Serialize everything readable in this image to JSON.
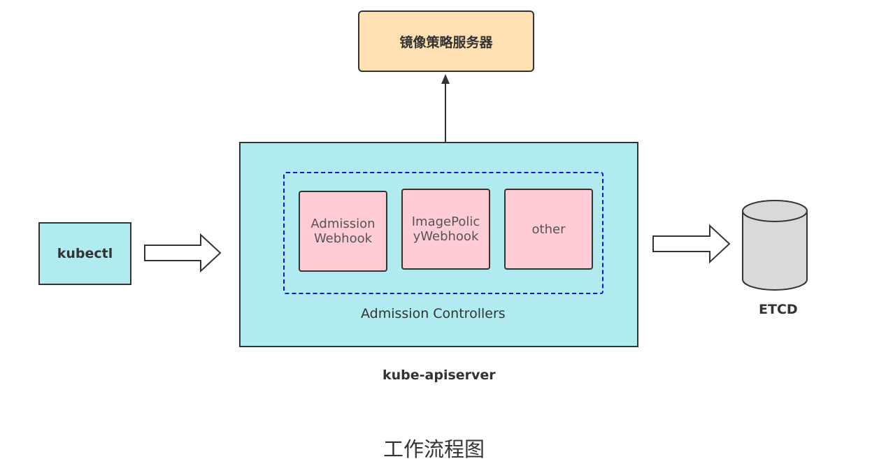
{
  "diagram": {
    "policy_server": "镜像策略服务器",
    "kubectl": "kubectl",
    "admission_controllers": "Admission Controllers",
    "plugins": {
      "webhook_line1": "Admission",
      "webhook_line2": "Webhook",
      "imagepolicy_line1": "ImagePolic",
      "imagepolicy_line2": "yWebhook",
      "other": "other"
    },
    "etcd": "ETCD",
    "apiserver": "kube-apiserver"
  },
  "caption": "工作流程图",
  "colors": {
    "policy_server_fill": "#ffe0b3",
    "component_fill": "#b0ebf0",
    "plugin_fill": "#ffccd5",
    "dashed_border": "#0a14e6",
    "etcd_fill": "#d9d9d9",
    "stroke": "#333333"
  }
}
